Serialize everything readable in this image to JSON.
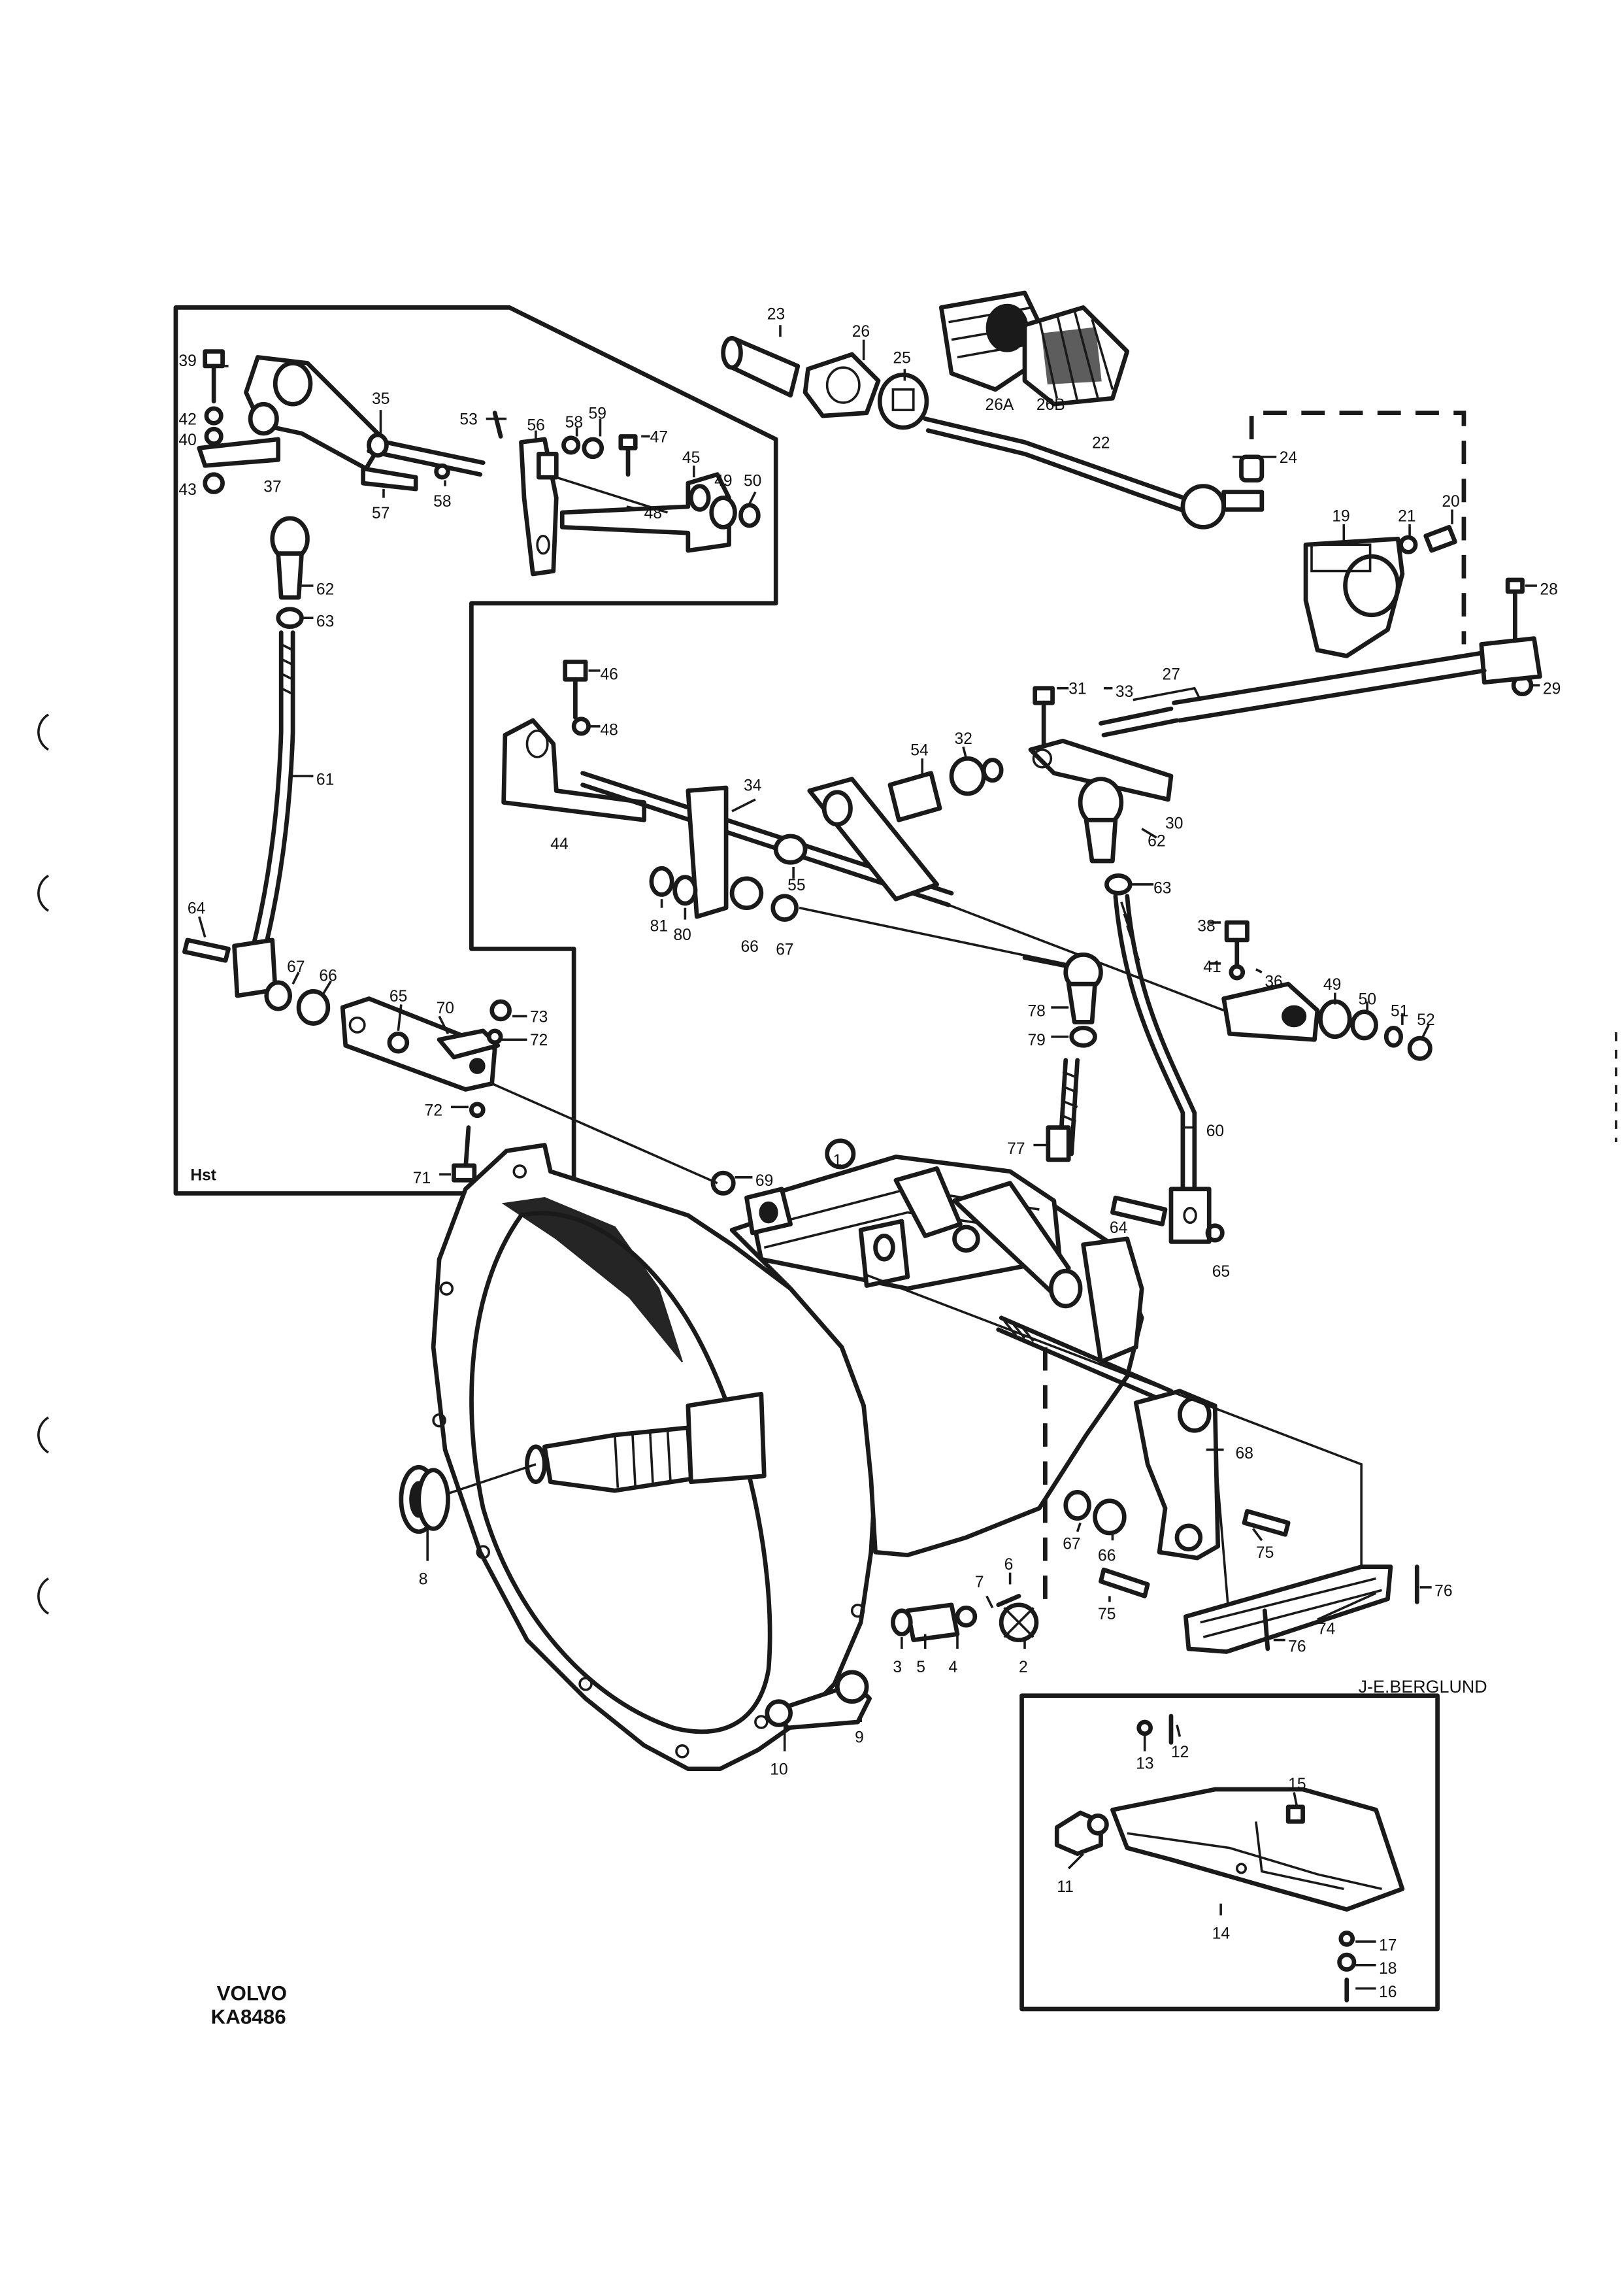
{
  "labels": {
    "l23": "23",
    "l26": "26",
    "l25": "25",
    "l26a": "26A",
    "l26b": "26B",
    "l22": "22",
    "l24": "24",
    "l19": "19",
    "l21": "21",
    "l20": "20",
    "l28": "28",
    "l29": "29",
    "l27": "27",
    "l31": "31",
    "l33": "33",
    "l30": "30",
    "l62b": "62",
    "l63b": "63",
    "l46": "46",
    "l48b": "48",
    "l34": "34",
    "l54": "54",
    "l32": "32",
    "l44": "44",
    "l55": "55",
    "l81": "81",
    "l80": "80",
    "l66b": "66",
    "l67b": "67",
    "l38": "38",
    "l41": "41",
    "l36": "36",
    "l49b": "49",
    "l50b": "50",
    "l51": "51",
    "l52": "52",
    "l78": "78",
    "l79": "79",
    "l77": "77",
    "l60": "60",
    "l64b": "64",
    "l65b": "65",
    "l39": "39",
    "l42": "42",
    "l40": "40",
    "l43": "43",
    "l37": "37",
    "l35": "35",
    "l53": "53",
    "l56": "56",
    "l58a": "58",
    "l59": "59",
    "l47": "47",
    "l45": "45",
    "l49a": "49",
    "l50a": "50",
    "l48a": "48",
    "l57": "57",
    "l58b": "58",
    "l62a": "62",
    "l63a": "63",
    "l61": "61",
    "l64a": "64",
    "l67a": "67",
    "l66a": "66",
    "l65a": "65",
    "l70": "70",
    "l73": "73",
    "l72a": "72",
    "l72b": "72",
    "l71": "71",
    "l69": "69",
    "l1": "1",
    "l68": "68",
    "l75a": "75",
    "l75b": "75",
    "l74": "74",
    "l76a": "76",
    "l76b": "76",
    "l67c": "67",
    "l66c": "66",
    "l8": "8",
    "l7": "7",
    "l6": "6",
    "l3": "3",
    "l5": "5",
    "l4": "4",
    "l2": "2",
    "l9": "9",
    "l10": "10",
    "l13": "13",
    "l12": "12",
    "l15": "15",
    "l11": "11",
    "l14": "14",
    "l17": "17",
    "l18": "18",
    "l16": "16"
  },
  "inset_label": "Hst",
  "signature": "J-E.BERGLUND",
  "footer": {
    "brand": "VOLVO",
    "code": "KA8486"
  }
}
